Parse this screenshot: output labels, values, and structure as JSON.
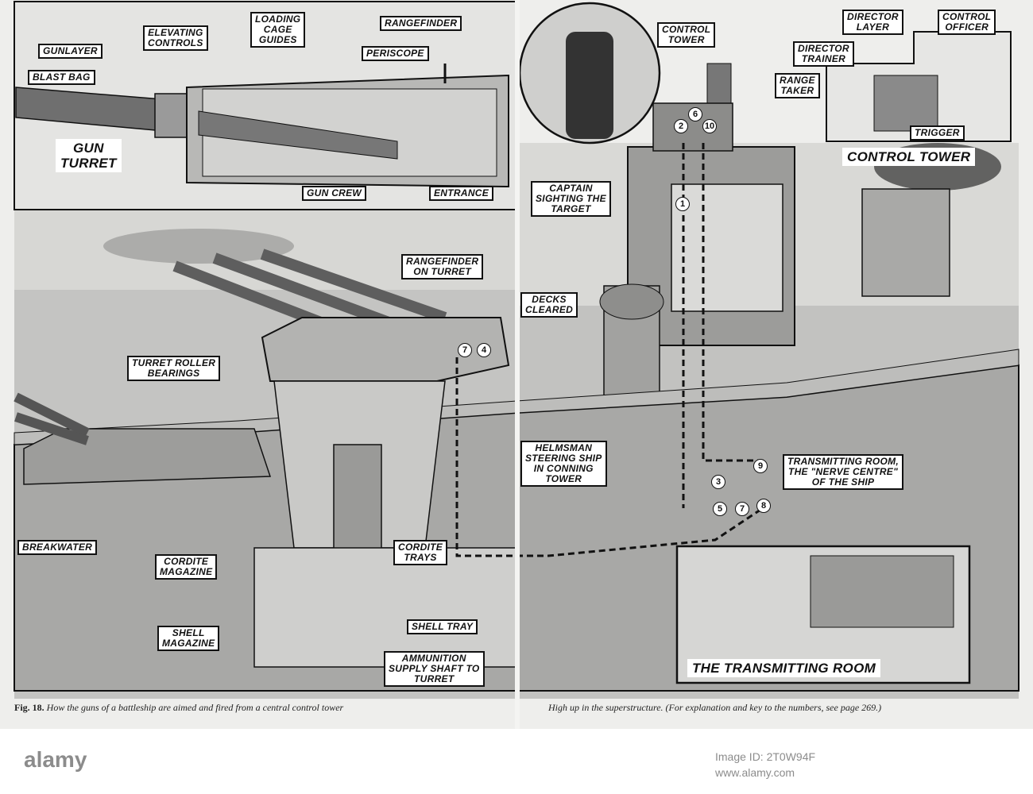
{
  "labels": {
    "gunlayer": "GUNLAYER",
    "blast_bag": "BLAST BAG",
    "elevating_controls": "ELEVATING\nCONTROLS",
    "loading_cage_guides": "LOADING\nCAGE\nGUIDES",
    "rangefinder": "RANGEFINDER",
    "periscope": "PERISCOPE",
    "gun_turret": "GUN\nTURRET",
    "gun_crew": "GUN CREW",
    "entrance": "ENTRANCE",
    "control_tower_top": "CONTROL\nTOWER",
    "director_layer": "DIRECTOR\nLAYER",
    "control_officer": "CONTROL\nOFFICER",
    "director_trainer": "DIRECTOR\nTRAINER",
    "range_taker": "RANGE\nTAKER",
    "trigger": "TRIGGER",
    "control_tower_inset": "CONTROL TOWER",
    "captain_sighting": "CAPTAIN\nSIGHTING THE\nTARGET",
    "rangefinder_on_turret": "RANGEFINDER\nON TURRET",
    "decks_cleared": "DECKS\nCLEARED",
    "turret_roller_bearings": "TURRET ROLLER\nBEARINGS",
    "helmsman": "HELMSMAN\nSTEERING SHIP\nIN CONNING\nTOWER",
    "transmitting_room_label": "TRANSMITTING ROOM,\nTHE \"NERVE CENTRE\"\nOF THE SHIP",
    "breakwater": "BREAKWATER",
    "cordite_magazine": "CORDITE\nMAGAZINE",
    "cordite_trays": "CORDITE\nTRAYS",
    "shell_magazine": "SHELL\nMAGAZINE",
    "shell_tray": "SHELL TRAY",
    "ammunition_shaft": "AMMUNITION\nSUPPLY SHAFT TO\nTURRET",
    "transmitting_room_inset": "THE TRANSMITTING ROOM"
  },
  "numbers": [
    "1",
    "2",
    "6",
    "10",
    "7",
    "4",
    "9",
    "3",
    "5",
    "7",
    "8"
  ],
  "caption_left_fig": "Fig. 18.",
  "caption_left": "How the guns of a battleship are aimed and fired from a central control tower",
  "caption_right": "High up in the superstructure. (For explanation and key to the numbers, see page 269.)",
  "colors": {
    "paper": "#eeeeec",
    "ink": "#111111",
    "hull": "#a6a6a6",
    "sea": "#bdbdbd",
    "sky": "#d9d9d6"
  }
}
